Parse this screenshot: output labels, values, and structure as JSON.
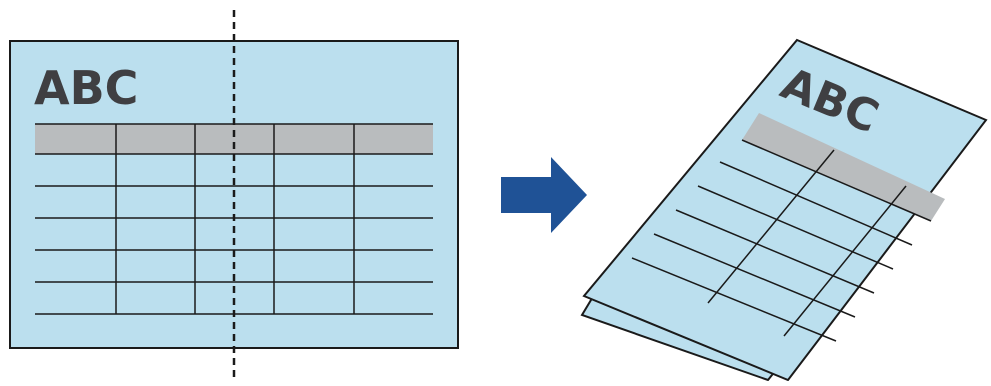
{
  "flat_sheet": {
    "heading": "ABC",
    "fill_color": "#bbdfee",
    "header_row_color": "#b9bcbe",
    "border_color": "#1a1a1a",
    "heading_color": "#3f3f42"
  },
  "fold_line": {
    "style": "dashed",
    "color": "#1a1a1a"
  },
  "arrow": {
    "icon": "right-arrow-icon",
    "color": "#1f5296"
  },
  "folded_sheet": {
    "heading": "ABC",
    "fill_color": "#bbdfee",
    "header_row_color": "#b9bcbe"
  }
}
